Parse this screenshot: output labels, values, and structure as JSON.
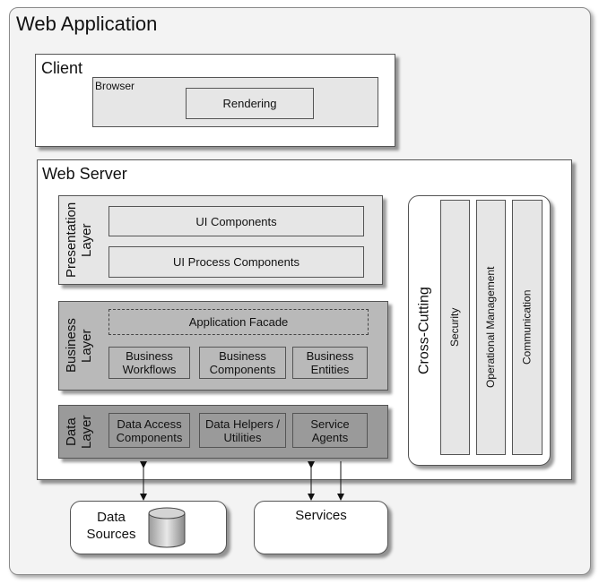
{
  "web_application": {
    "title": "Web Application"
  },
  "client": {
    "title": "Client",
    "browser": {
      "label": "Browser",
      "rendering": "Rendering"
    }
  },
  "web_server": {
    "title": "Web Server",
    "presentation_layer": {
      "label_line1": "Presentation",
      "label_line2": "Layer",
      "ui_components": "UI Components",
      "ui_process_components": "UI Process Components"
    },
    "business_layer": {
      "label_line1": "Business",
      "label_line2": "Layer",
      "application_facade": "Application Facade",
      "business_workflows_line1": "Business",
      "business_workflows_line2": "Workflows",
      "business_components_line1": "Business",
      "business_components_line2": "Components",
      "business_entities_line1": "Business",
      "business_entities_line2": "Entities"
    },
    "data_layer": {
      "label_line1": "Data",
      "label_line2": "Layer",
      "data_access_line1": "Data Access",
      "data_access_line2": "Components",
      "data_helpers_line1": "Data Helpers /",
      "data_helpers_line2": "Utilities",
      "service_agents_line1": "Service",
      "service_agents_line2": "Agents"
    },
    "cross_cutting": {
      "label": "Cross-Cutting",
      "security": "Security",
      "operational_management": "Operational Management",
      "communication": "Communication"
    }
  },
  "external": {
    "data_sources_line1": "Data",
    "data_sources_line2": "Sources",
    "services": "Services"
  }
}
